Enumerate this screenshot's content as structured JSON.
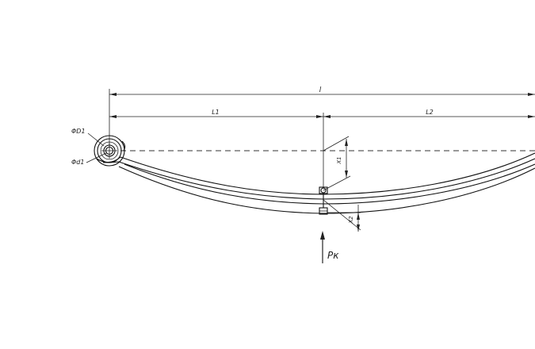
{
  "labels": {
    "overall_length": "l",
    "left_length": "L1",
    "right_length": "L2",
    "eye_outer_diameter": "ΦD1",
    "eye_inner_diameter": "Φd1",
    "upper_deflection": "X1",
    "lower_deflection": "X2",
    "load": "Pк"
  },
  "colors": {
    "line": "#222222",
    "background": "#ffffff"
  }
}
